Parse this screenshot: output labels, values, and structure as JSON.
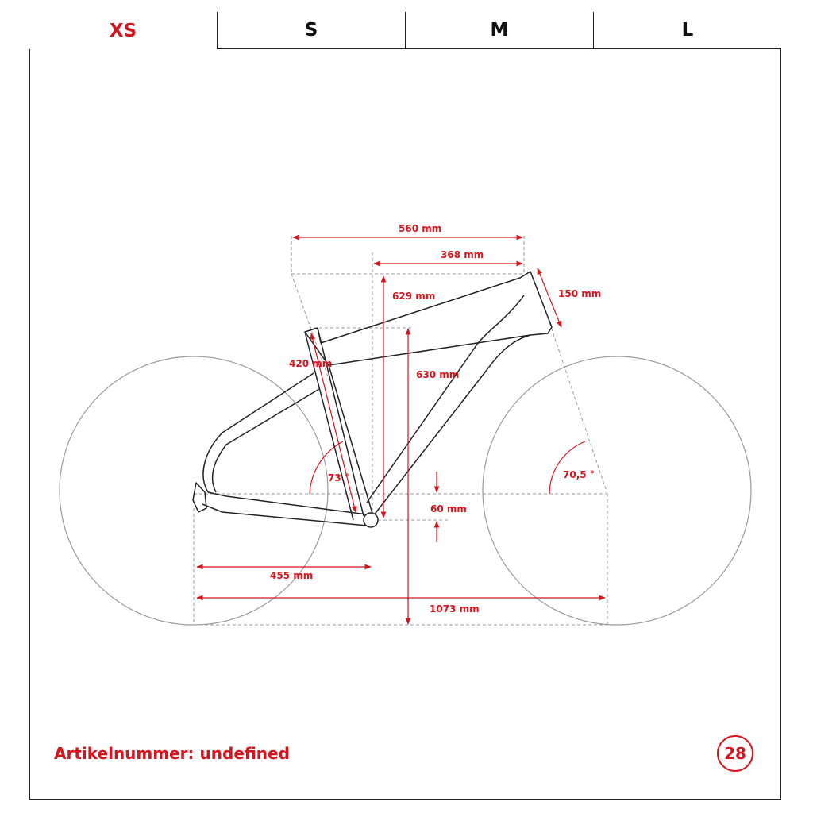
{
  "size_tabs": [
    {
      "label": "XS",
      "active": true
    },
    {
      "label": "S",
      "active": false
    },
    {
      "label": "M",
      "active": false
    },
    {
      "label": "L",
      "active": false
    }
  ],
  "dimensions": {
    "reach_total": "560 mm",
    "reach": "368 mm",
    "stack": "629 mm",
    "head_tube": "150 mm",
    "seat_tube": "420 mm",
    "standover": "630 mm",
    "seat_angle": "73 °",
    "head_angle": "70,5 °",
    "bb_drop": "60 mm",
    "chainstay": "455 mm",
    "wheelbase": "1073 mm"
  },
  "footer": {
    "article_label": "Artikelnummer:",
    "article_value": "undefined",
    "page_number": "28"
  },
  "colors": {
    "accent": "#d6141e",
    "frame_line": "#222222",
    "wheel_line": "#9a9a9a",
    "guide_line": "#9a9a9a"
  }
}
